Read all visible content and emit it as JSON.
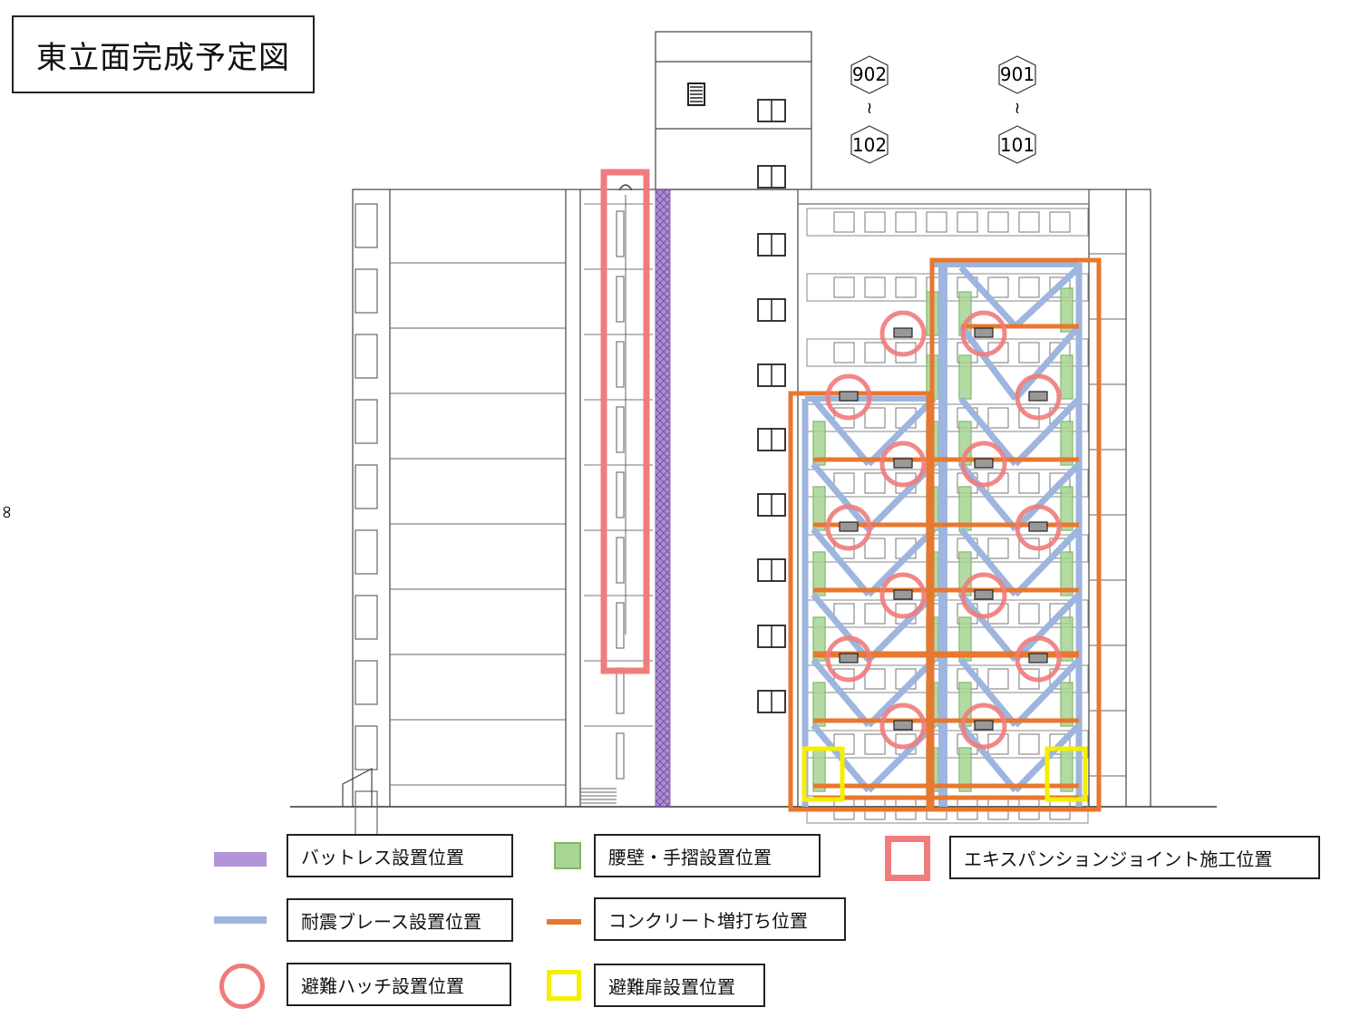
{
  "title": "東立面完成予定図",
  "side_mark": "∞",
  "unit_tags": {
    "a_top": "902",
    "a_sep": "≀",
    "a_bottom": "102",
    "b_top": "901",
    "b_sep": "≀",
    "b_bottom": "101"
  },
  "colors": {
    "buttress": "#9b6fcb",
    "brace": "#9db5df",
    "hatch": "#ef7b7b",
    "wall": "#9fd18a",
    "concrete": "#e8772f",
    "door": "#f5ee00",
    "joint": "#f07c7c"
  },
  "legend": {
    "buttress": "バットレス設置位置",
    "wall": "腰壁・手摺設置位置",
    "joint": "エキスパンションジョイント施工位置",
    "brace": "耐震ブレース設置位置",
    "concrete": "コンクリート増打ち位置",
    "hatch": "避難ハッチ設置位置",
    "door": "避難扉設置位置"
  }
}
